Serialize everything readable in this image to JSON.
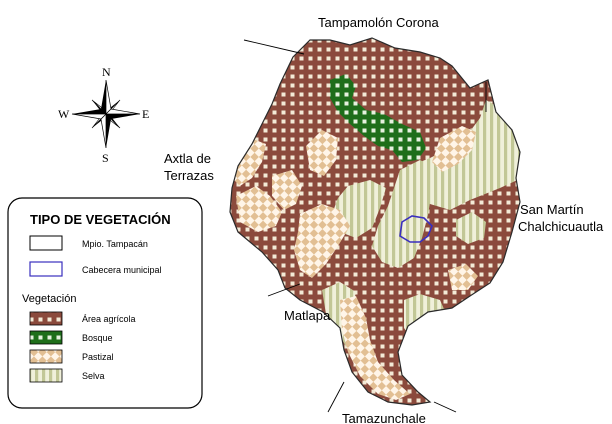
{
  "neighbors": {
    "north": "Tampamolón Corona",
    "west_line1": "Axtla de",
    "west_line2": "Terrazas",
    "east_line1": "San Martín",
    "east_line2": "Chalchicuautla",
    "southwest": "Matlapa",
    "south": "Tamazunchale"
  },
  "compass": {
    "n": "N",
    "s": "S",
    "e": "E",
    "w": "W"
  },
  "legend": {
    "title": "TIPO DE VEGETACIÓN",
    "boundary_items": [
      {
        "label": "Mpio. Tampacán",
        "icon": "municipio-boundary-swatch",
        "color": "#000000"
      },
      {
        "label": "Cabecera municipal",
        "icon": "cabecera-swatch",
        "color": "#3a2fbf"
      }
    ],
    "vegetation_heading": "Vegetación",
    "vegetation_items": [
      {
        "label": "Área agrícola",
        "color": "#8b4a3c",
        "accent": "#f3ead6"
      },
      {
        "label": "Bosque",
        "color": "#1e6e1a",
        "accent": "#e6f1df"
      },
      {
        "label": "Pastizal",
        "color": "#e2bf93",
        "accent": "#fff5e8"
      },
      {
        "label": "Selva",
        "color": "#c2c796",
        "accent": "#f0f0da"
      }
    ]
  }
}
